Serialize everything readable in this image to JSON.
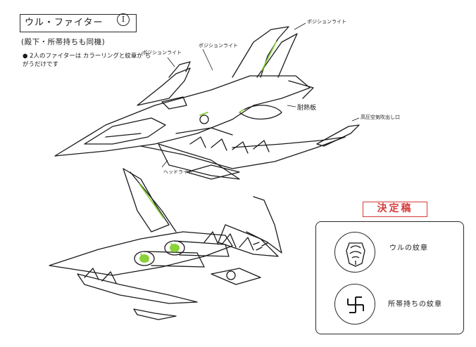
{
  "sheet": {
    "title": "ウル・ファイター",
    "title_number": "Ⅰ",
    "subtitle": "(殿下・所帯持ちも同機)",
    "note": "2人のファイターは カラーリングと紋章が ちがうだけです",
    "callouts": {
      "position_light_top": "ポジションライト",
      "position_light_left": "ポジションライト",
      "position_light_mid": "ポジションライト",
      "heat_shield": "耐熱板",
      "air_intake": "高圧空気吹出し口",
      "headlight": "ヘッドライト"
    },
    "stamp": "決定稿",
    "emblems": [
      {
        "label": "ウルの紋章",
        "icon": "ul-crest-icon"
      },
      {
        "label": "所帯持ちの紋章",
        "icon": "swastika-crest-icon"
      }
    ],
    "colors": {
      "line": "#1a1a1a",
      "accent_green": "#8bd13a",
      "stamp_red": "#d43a3a"
    }
  }
}
